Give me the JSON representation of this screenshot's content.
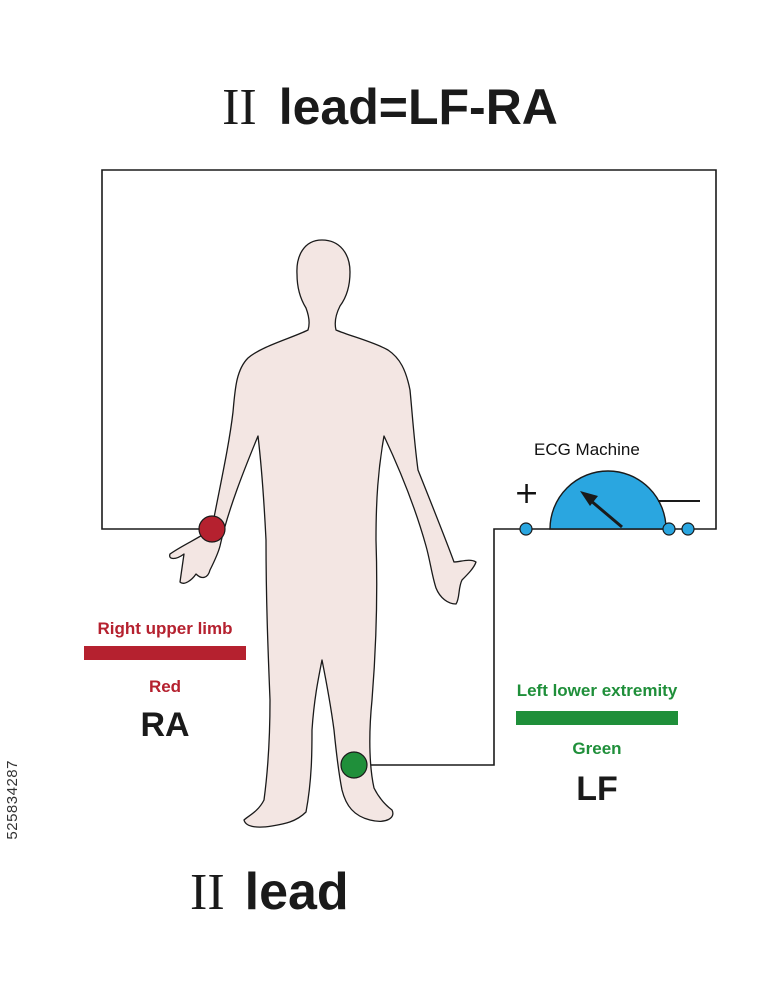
{
  "title": {
    "roman": "II",
    "text": "lead=LF-RA"
  },
  "bottom_title": {
    "roman": "II",
    "text": "lead"
  },
  "machine": {
    "label": "ECG Machine",
    "plus": "+",
    "minus": "—"
  },
  "right_arm": {
    "label": "Right upper limb",
    "color_name": "Red",
    "abbr": "RA",
    "color": "#b5212f"
  },
  "left_leg": {
    "label": "Left lower extremity",
    "color_name": "Green",
    "abbr": "LF",
    "color": "#1f8f3a"
  },
  "watermark": "525834287",
  "colors": {
    "body": "#f3e6e3",
    "machine": "#2aa6e0",
    "wire": "#1a1a1a"
  }
}
